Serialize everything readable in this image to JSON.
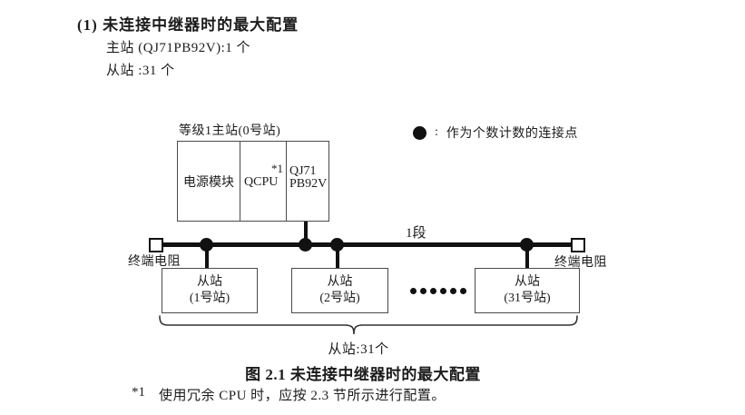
{
  "header": {
    "title": "(1) 未连接中继器时的最大配置",
    "spec_line1": "主站 (QJ71PB92V):1 个",
    "spec_line2": "从站 :31 个"
  },
  "legend": {
    "separator": ":",
    "label": "作为个数计数的连接点"
  },
  "diagram": {
    "master_label": "等级1主站(0号站)",
    "modules": {
      "power": "电源模块",
      "cpu": "QCPU",
      "cpu_note": "*1",
      "pb_line1": "QJ71",
      "pb_line2": "PB92V"
    },
    "bus": {
      "segment_label": "1段",
      "terminator_left": "终端电阻",
      "terminator_right": "终端电阻"
    },
    "slaves": [
      {
        "line1": "从站",
        "line2": "(1号站)"
      },
      {
        "line1": "从站",
        "line2": "(2号站)"
      },
      {
        "line1": "从站",
        "line2": "(31号站)"
      }
    ],
    "slave_count": "从站:31个"
  },
  "caption": "图 2.1 未连接中继器时的最大配置",
  "footnote": {
    "marker": "*1",
    "text": "使用冗余 CPU 时，应按 2.3 节所示进行配置。"
  }
}
